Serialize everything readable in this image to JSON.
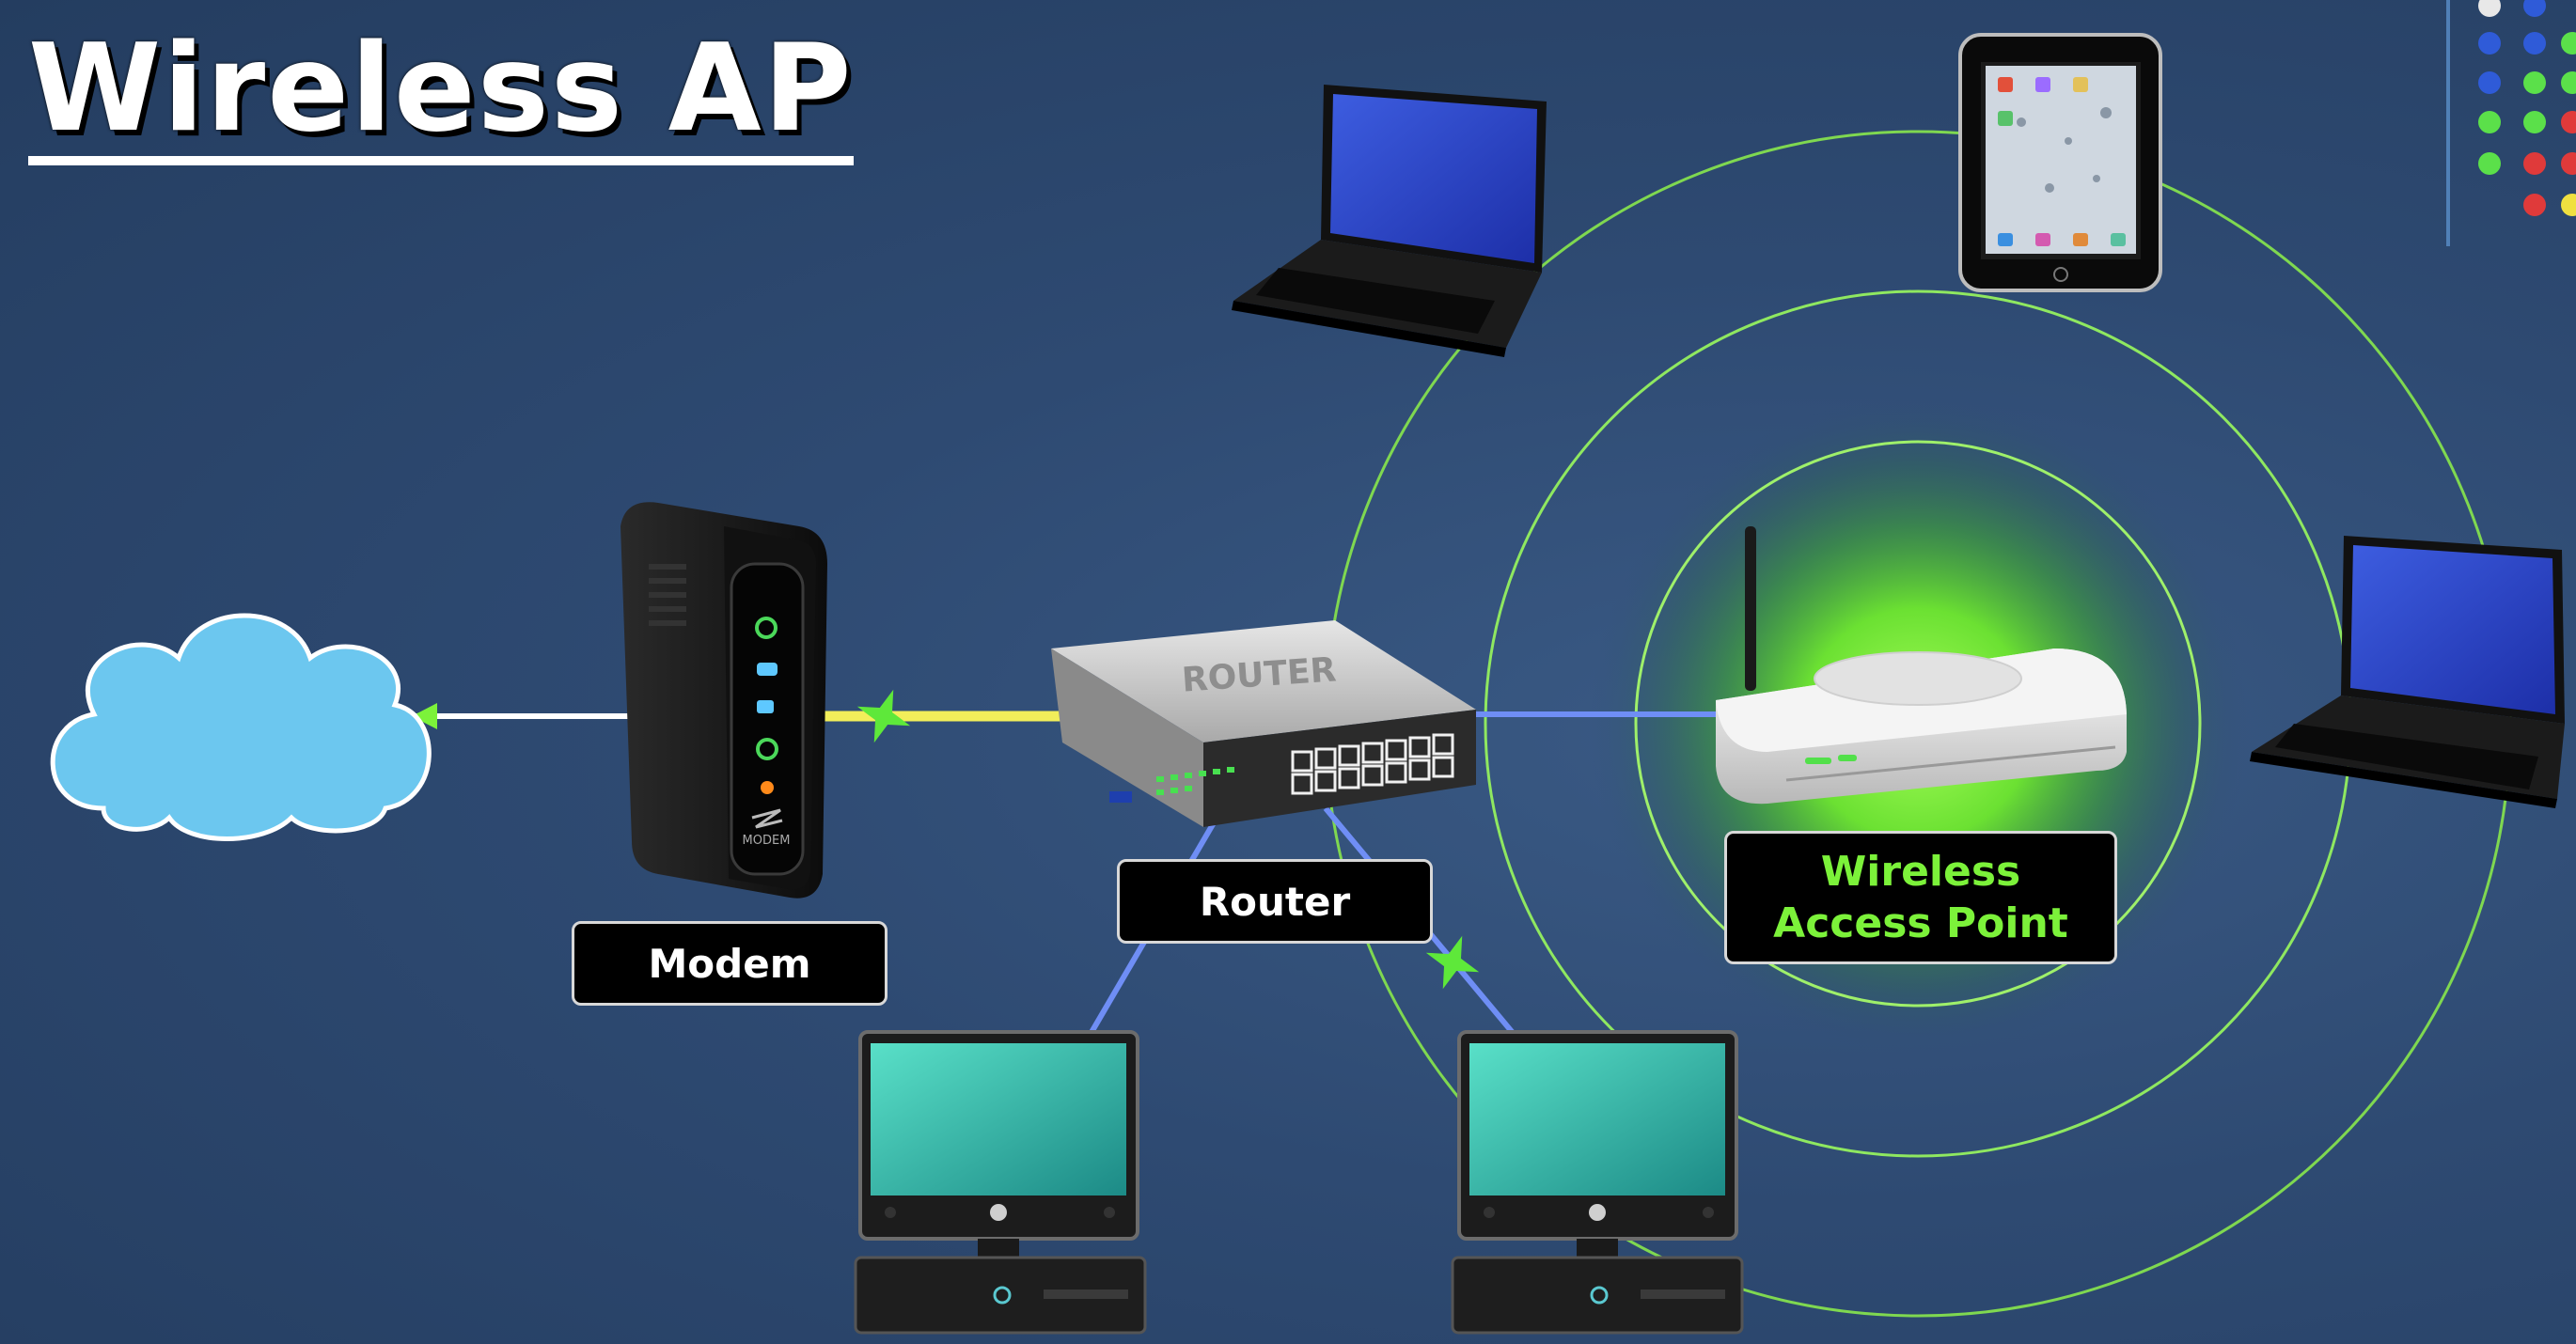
{
  "title": "Wireless AP",
  "labels": {
    "modem": "Modem",
    "router": "Router",
    "access_point": "Wireless Access Point"
  },
  "device_text": {
    "router_case": "ROUTER",
    "modem_case": "MODEM"
  },
  "colors": {
    "background": "#2e4a72",
    "wifi_glow": "#7cf23a",
    "link_wan": "#ffffff",
    "link_modem_router": "#f2ee5a",
    "link_lan": "#6f8ef5",
    "label_ap_text": "#7cf23a"
  },
  "devices": [
    {
      "name": "cloud-internet",
      "icon": "cloud-icon"
    },
    {
      "name": "modem",
      "icon": "modem-icon"
    },
    {
      "name": "router",
      "icon": "router-icon"
    },
    {
      "name": "wireless-access-point",
      "icon": "access-point-icon"
    },
    {
      "name": "laptop-top",
      "icon": "laptop-icon"
    },
    {
      "name": "tablet",
      "icon": "tablet-icon"
    },
    {
      "name": "laptop-right",
      "icon": "laptop-icon"
    },
    {
      "name": "desktop-left",
      "icon": "desktop-icon"
    },
    {
      "name": "desktop-right",
      "icon": "desktop-icon"
    }
  ]
}
